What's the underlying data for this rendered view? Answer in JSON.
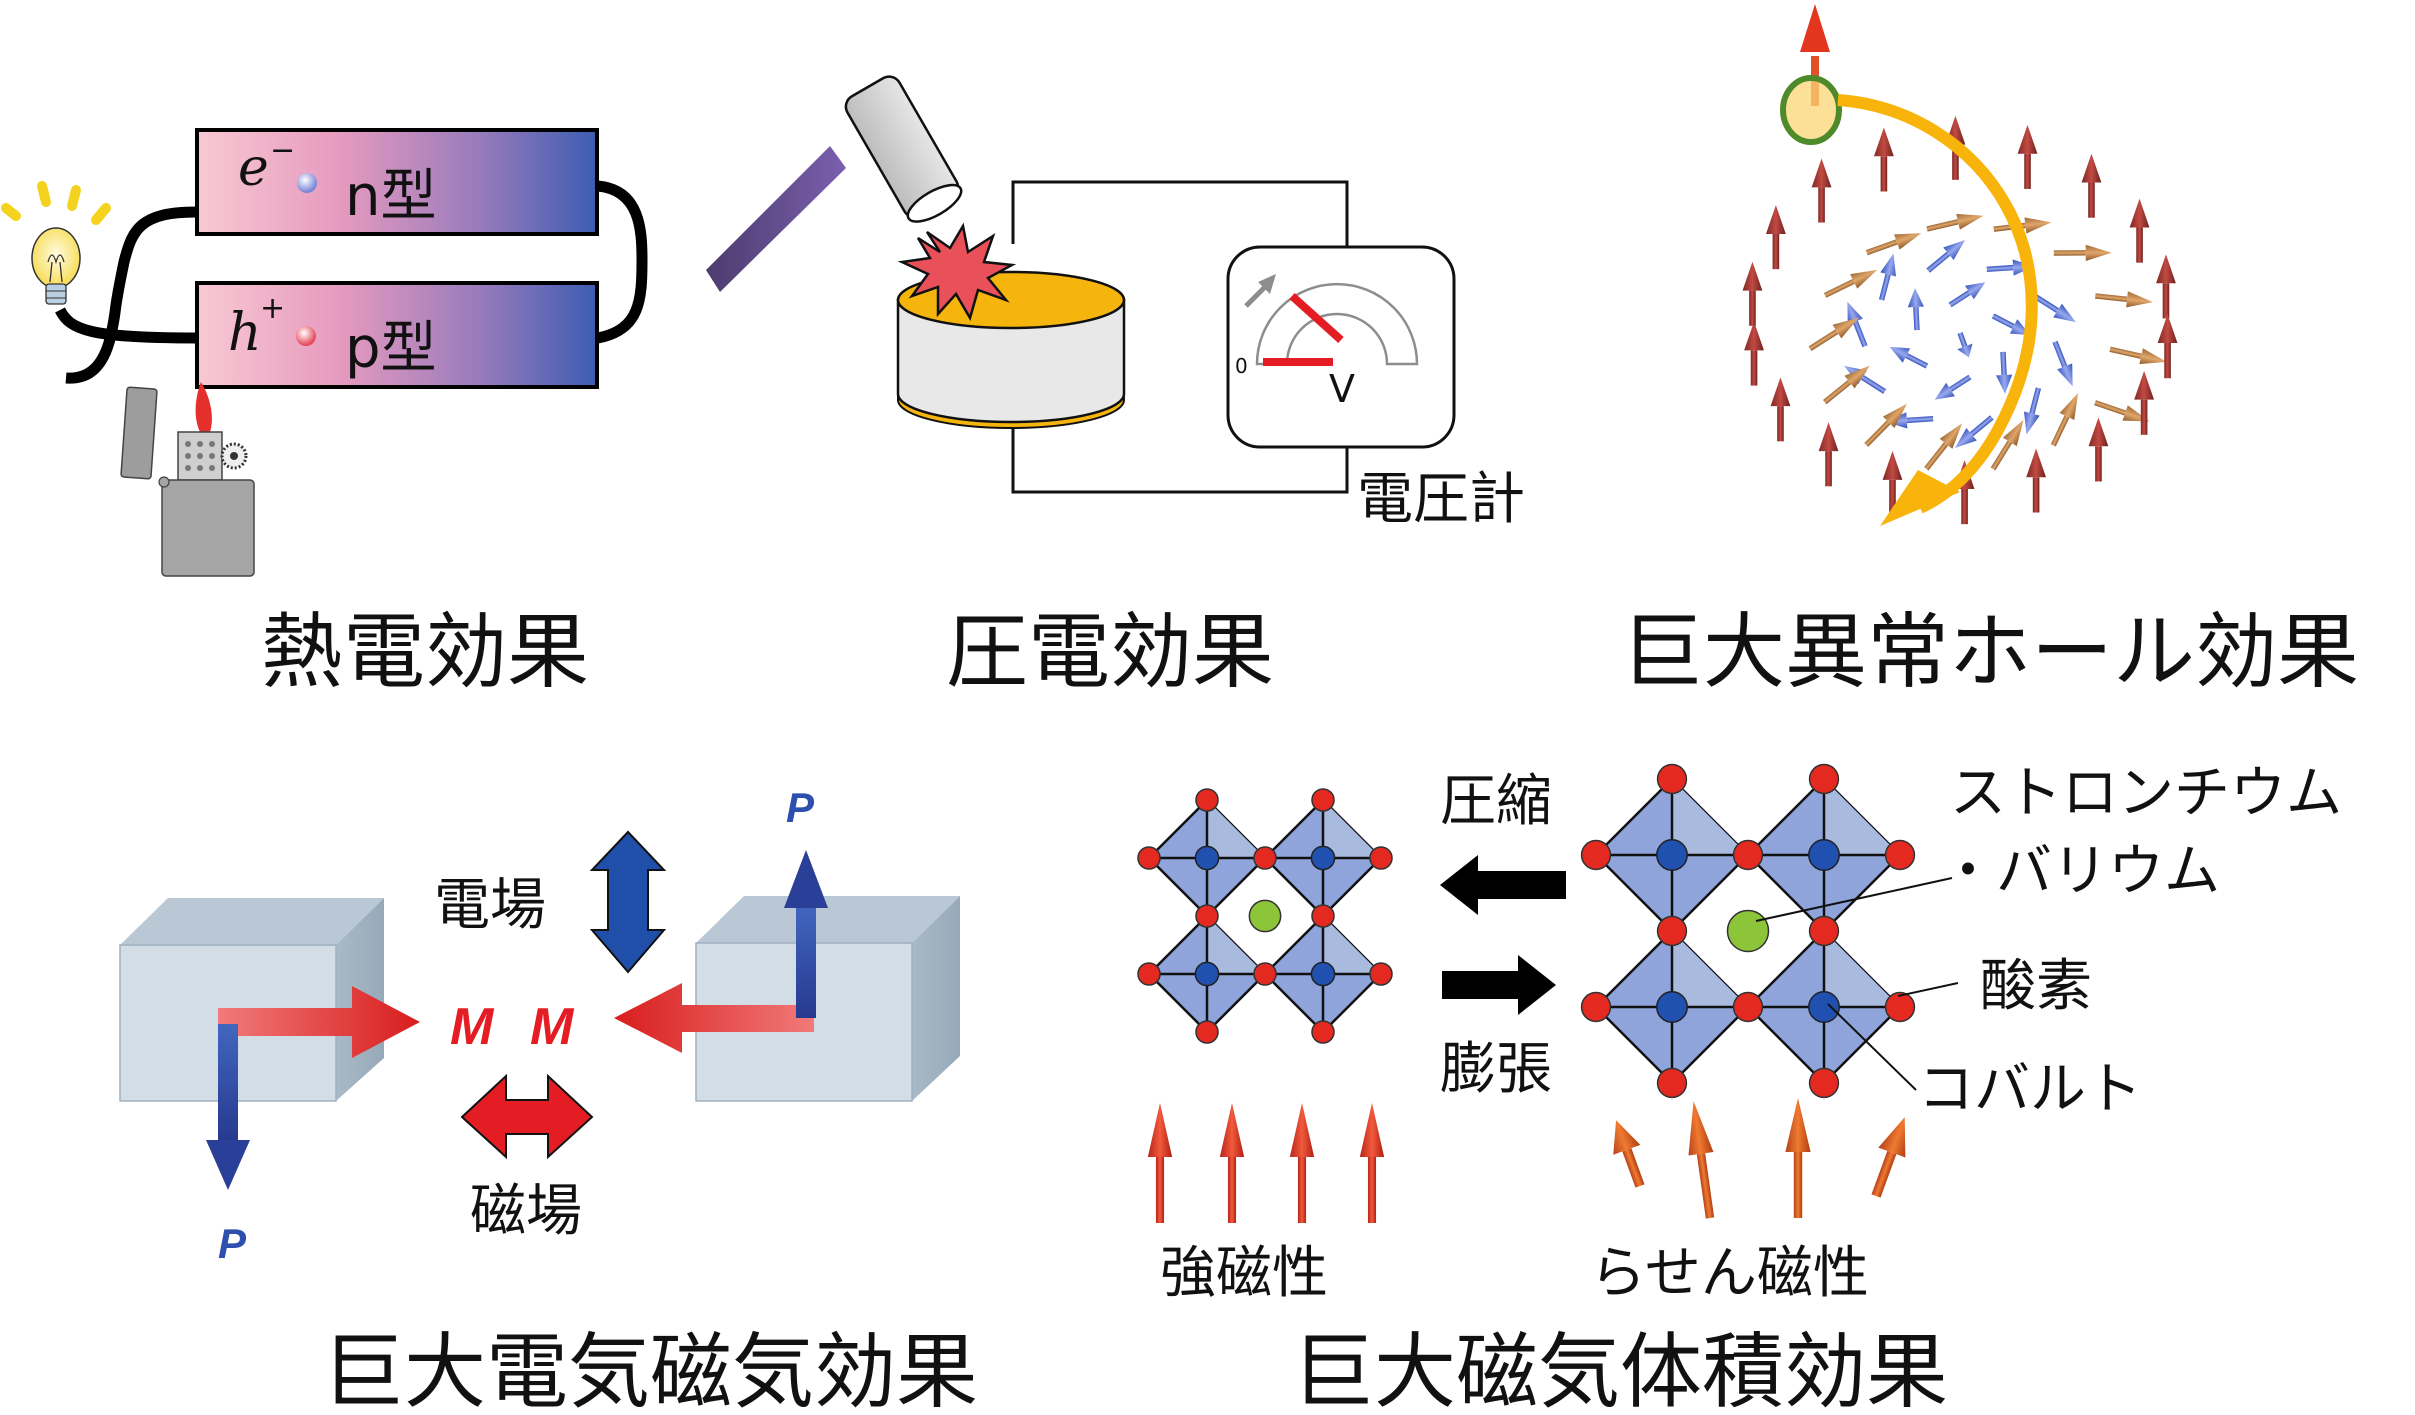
{
  "panels": {
    "thermoelectric": {
      "title": "熱電効果",
      "n_type": {
        "carrier": "e",
        "carrier_sign": "−",
        "label": "n型"
      },
      "p_type": {
        "carrier": "h",
        "carrier_sign": "+",
        "label": "p型"
      },
      "icons": [
        "light-bulb-icon",
        "lighter-icon"
      ]
    },
    "piezoelectric": {
      "title": "圧電効果",
      "meter_label": "電圧計",
      "meter_zero": "0",
      "meter_unit": "V",
      "icons": [
        "hammer-icon",
        "impact-burst-icon",
        "piezo-disc-icon",
        "voltmeter-icon"
      ]
    },
    "anomalous_hall": {
      "title": "巨大異常ホール効果",
      "icons": [
        "skyrmion-spin-texture-icon",
        "curved-arrow-icon"
      ]
    },
    "magnetoelectric": {
      "title": "巨大電気磁気効果",
      "electric_field_label": "電場",
      "magnetic_field_label": "磁場",
      "magnetization_symbol": "M",
      "polarization_symbol": "P"
    },
    "magnetovolume": {
      "title": "巨大磁気体積効果",
      "compression_label": "圧縮",
      "expansion_label": "膨張",
      "legend": {
        "a_site": "ストロンチウム",
        "a_site_2": "・バリウム",
        "oxygen": "酸素",
        "cobalt": "コバルト"
      },
      "ferromagnetic_label": "強磁性",
      "helical_label": "らせん磁性"
    }
  },
  "colors": {
    "n_gradient_start": "#f7c6d2",
    "p_gradient_end": "#3f5db0",
    "hammer_handle": "#6a4f97",
    "disc_gold": "#f5b50d",
    "burst_red": "#e9505a",
    "needle_red": "#e31d23",
    "curve_gold": "#f9b40c",
    "octa_blue": "#8ea4da",
    "cobalt_blue": "#2050b0",
    "oxygen_red": "#e42a20",
    "a_site_green": "#8cc43a",
    "spin_red": "#e3341c",
    "helical_orange": "#d9541a",
    "cube_face": "#d3dde6",
    "p_arrow_blue": "#2f4fae",
    "m_arrow_red": "#e52c2c"
  }
}
